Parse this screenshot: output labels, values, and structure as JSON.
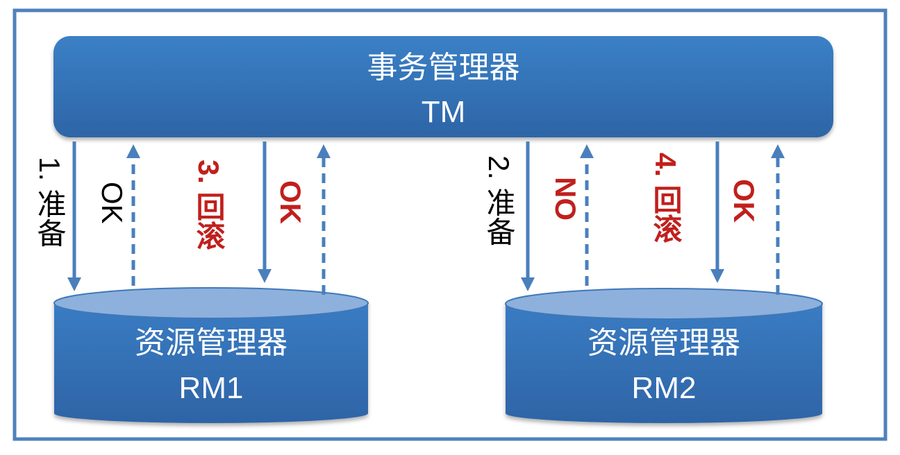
{
  "colors": {
    "frame": "#4f81bd",
    "box_top": "#3b80c6",
    "box_bottom": "#2d65a7",
    "arrow": "#4a7fbc",
    "red_label": "#c0201d"
  },
  "tm": {
    "title": "事务管理器",
    "subtitle": "TM"
  },
  "rm1": {
    "title": "资源管理器",
    "subtitle": "RM1"
  },
  "rm2": {
    "title": "资源管理器",
    "subtitle": "RM2"
  },
  "labels": {
    "rm1_prepare": "1. 准备",
    "rm1_prepare_reply": "OK",
    "rm1_rollback": "3. 回滚",
    "rm1_rollback_reply": "OK",
    "rm2_prepare": "2. 准备",
    "rm2_prepare_reply": "NO",
    "rm2_rollback": "4. 回滚",
    "rm2_rollback_reply": "OK"
  }
}
